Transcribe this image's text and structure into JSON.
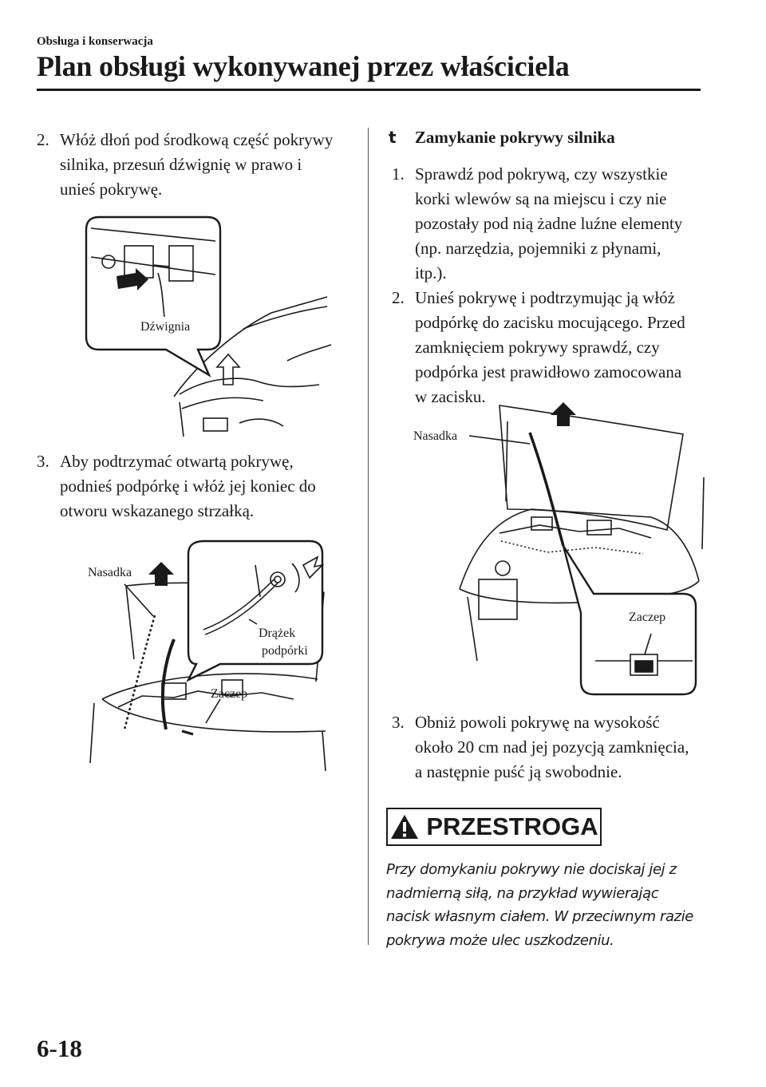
{
  "header": {
    "section": "Obsługa i konserwacja",
    "title": "Plan obsługi wykonywanej przez właściciela"
  },
  "left": {
    "step2": {
      "num": "2.",
      "text": "Włóż dłoń pod środkową część pokrywy silnika, przesuń dźwignię w prawo i unieś pokrywę."
    },
    "fig1": {
      "label_lever": "Dźwignia"
    },
    "step3": {
      "num": "3.",
      "text": "Aby podtrzymać otwartą pokrywę, podnieś podpórkę i włóż jej koniec do otworu wskazanego strzałką."
    },
    "fig2": {
      "label_tip": "Nasadka",
      "label_rod_1": "Drążek",
      "label_rod_2": "podpórki",
      "label_clip": "Zaczep"
    }
  },
  "right": {
    "subheading": {
      "mark": "t",
      "text": "Zamykanie pokrywy silnika"
    },
    "step1": {
      "num": "1.",
      "text": "Sprawdź pod pokrywą, czy wszystkie korki wlewów są na miejscu i czy nie pozostały pod nią żadne luźne elementy (np. narzędzia, pojemniki z płynami, itp.)."
    },
    "step2": {
      "num": "2.",
      "text": "Unieś pokrywę i podtrzymując ją włóż podpórkę do zacisku mocującego. Przed zamknięciem pokrywy sprawdź, czy podpórka jest prawidłowo zamocowana w zacisku."
    },
    "fig3": {
      "label_tip": "Nasadka",
      "label_clip": "Zaczep"
    },
    "step3": {
      "num": "3.",
      "text": "Obniż powoli pokrywę na wysokość około 20 cm nad jej pozycją zamknięcia, a następnie puść ją swobodnie."
    },
    "caution": {
      "label": "PRZESTROGA",
      "text": "Przy domykaniu pokrywy nie dociskaj jej z nadmierną siłą, na przykład wywierając nacisk własnym ciałem. W przeciwnym razie pokrywa może ulec uszkodzeniu."
    }
  },
  "footer": {
    "page_number": "6-18"
  }
}
